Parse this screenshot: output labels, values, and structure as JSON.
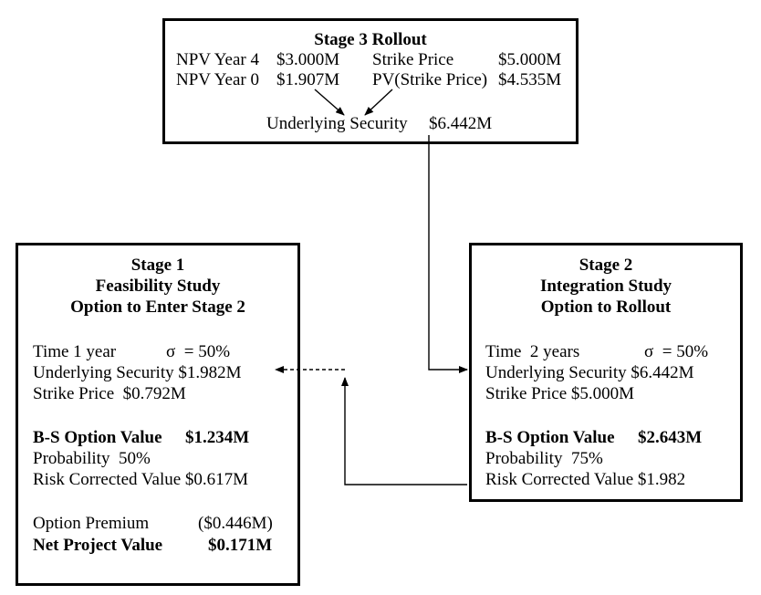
{
  "stage3": {
    "title": "Stage 3 Rollout",
    "npv_year4_label": "NPV Year 4",
    "npv_year4_value": "$3.000M",
    "strike_label": "Strike Price",
    "strike_value": "$5.000M",
    "npv_year0_label": "NPV Year 0",
    "npv_year0_value": "$1.907M",
    "pv_strike_label": "PV(Strike Price)",
    "pv_strike_value": "$4.535M",
    "underlying_label": "Underlying Security",
    "underlying_value": "$6.442M"
  },
  "stage1": {
    "title1": "Stage 1",
    "title2": "Feasibility Study",
    "title3": "Option to Enter Stage 2",
    "time": "Time 1 year",
    "sigma": "σ  = 50%",
    "underlying": "Underlying Security $1.982M",
    "strike": "Strike Price  $0.792M",
    "bs_label": "B-S Option Value",
    "bs_value": "$1.234M",
    "probability": "Probability  50%",
    "risk_corrected": "Risk Corrected Value $0.617M",
    "premium_label": "Option Premium",
    "premium_value": "($0.446M)",
    "net_label": "Net Project Value",
    "net_value": "$0.171M"
  },
  "stage2": {
    "title1": "Stage 2",
    "title2": "Integration Study",
    "title3": "Option to Rollout",
    "time": "Time  2 years",
    "sigma": "σ  = 50%",
    "underlying": "Underlying Security $6.442M",
    "strike": "Strike Price $5.000M",
    "bs_label": "B-S Option Value",
    "bs_value": "$2.643M",
    "probability": "Probability  75%",
    "risk_corrected": "Risk Corrected Value $1.982"
  }
}
